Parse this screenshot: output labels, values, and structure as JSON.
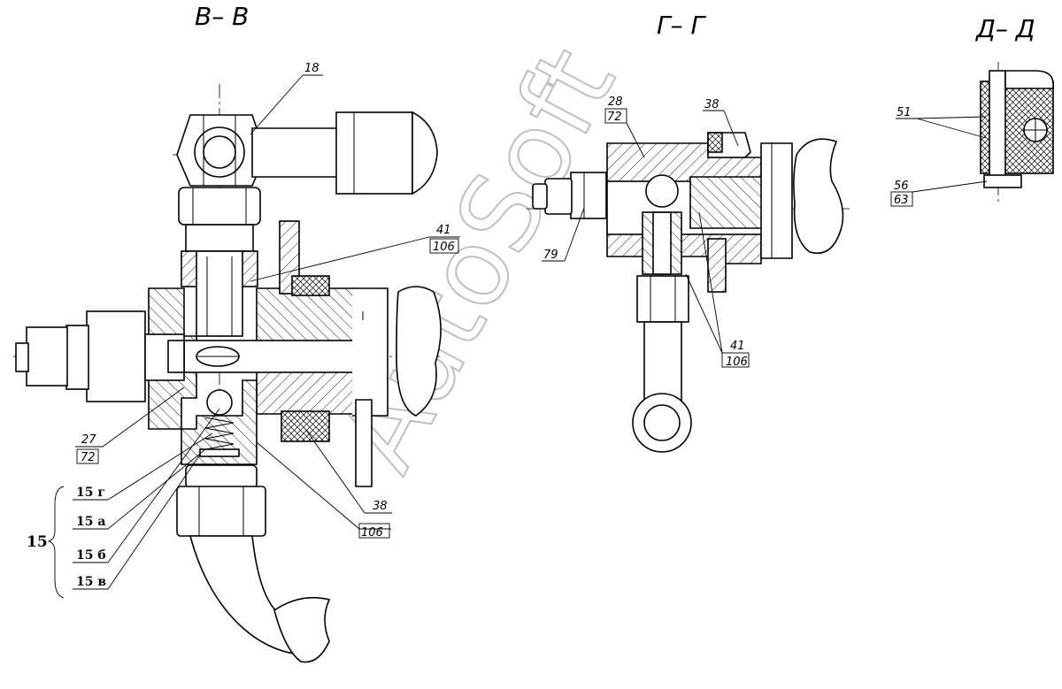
{
  "sections": {
    "vv": "В– В",
    "gg": "Г– Г",
    "dd": "Д– Д"
  },
  "callouts": {
    "vv_18": "18",
    "vv_41": "41",
    "vv_106a": "106",
    "vv_27": "27",
    "vv_72": "72",
    "vv_38": "38",
    "vv_106b": "106",
    "gg_28": "28",
    "gg_72": "72",
    "gg_38": "38",
    "gg_79": "79",
    "gg_41": "41",
    "gg_106": "106",
    "dd_51": "51",
    "dd_56": "56",
    "dd_63": "63"
  },
  "group15": {
    "label": "15",
    "items": [
      "15 г",
      "15 а",
      "15 б",
      "15 в"
    ]
  },
  "watermark": "AutoSoft"
}
